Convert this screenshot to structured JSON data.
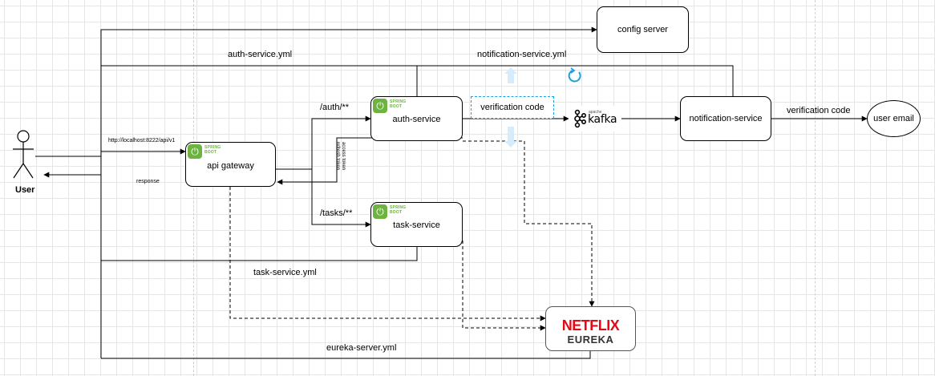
{
  "actor": {
    "label": "User"
  },
  "nodes": {
    "config_server": "config server",
    "api_gateway": "api gateway",
    "auth_service": "auth-service",
    "task_service": "task-service",
    "notification_service": "notification-service",
    "user_email": "user email",
    "verification_code_box": "verification code"
  },
  "spring_badge": {
    "line1": "SPRING",
    "line2": "BOOT",
    "glyph": "⏻"
  },
  "kafka": {
    "small": "apache",
    "name": "kafka"
  },
  "eureka": {
    "line1": "NETFLIX",
    "line2": "EUREKA"
  },
  "edge_labels": {
    "auth_yml": "auth-service.yml",
    "notification_yml": "notification-service.yml",
    "task_yml": "task-service.yml",
    "eureka_yml": "eureka-server.yml",
    "url": "http://localhost:8222/api/v1",
    "response": "response",
    "auth_route": "/auth/**",
    "tasks_route": "/tasks/**",
    "access_token": "access token",
    "refresh_token": "refresh token",
    "verification_code_out": "verification code"
  },
  "colors": {
    "spring": "#6db33f",
    "netflix": "#e50914",
    "eureka": "#333333",
    "highlight": "#1ba1e2"
  }
}
